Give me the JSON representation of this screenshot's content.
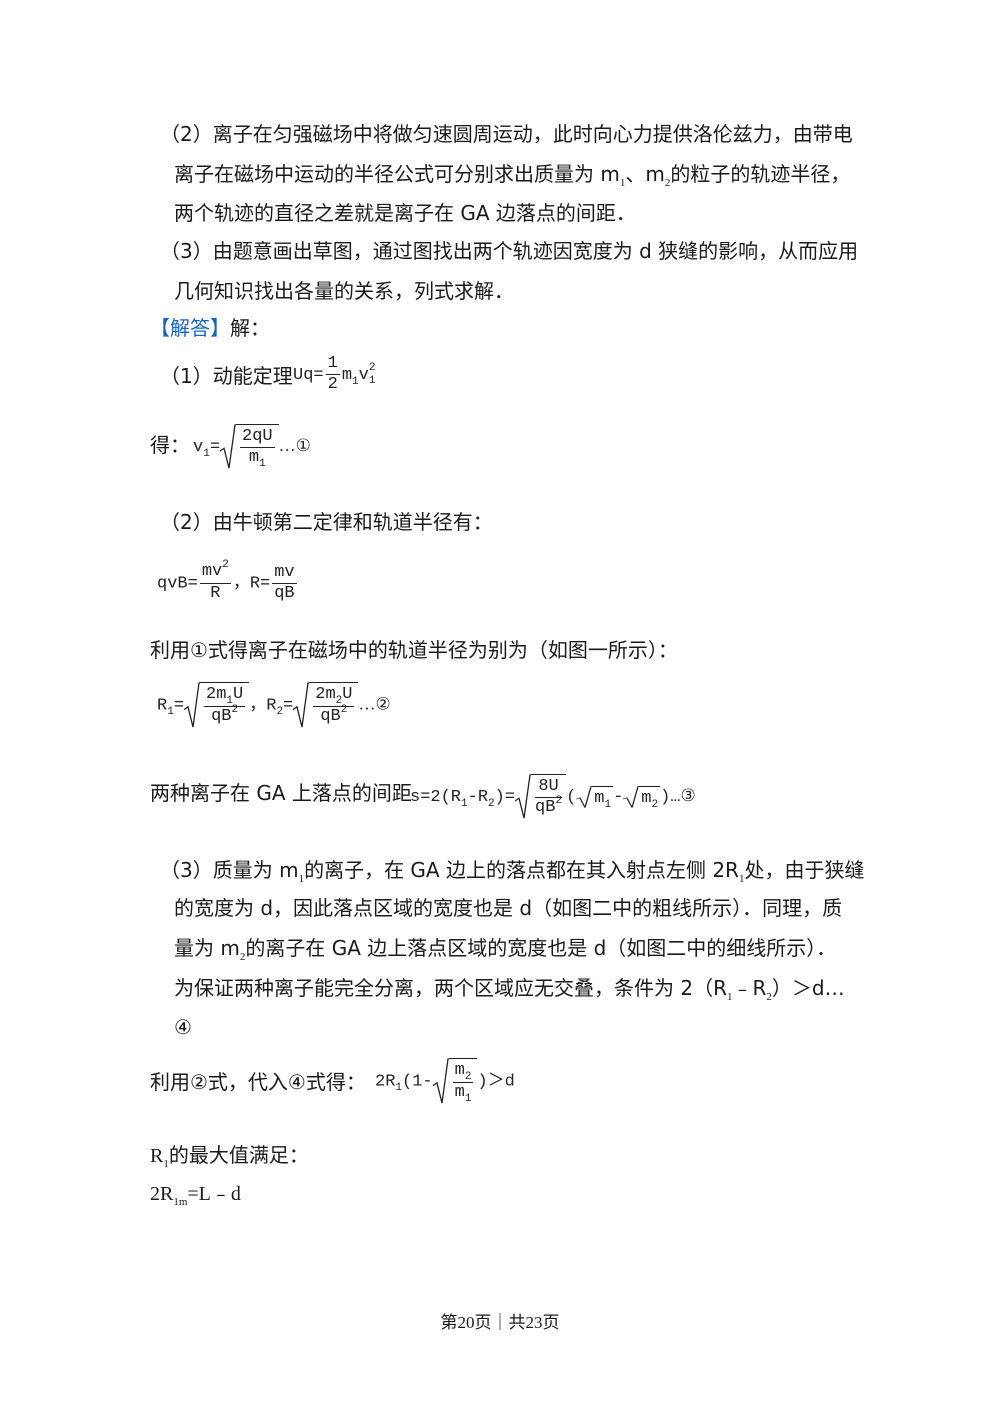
{
  "analysis": {
    "p2_l1": "（2）离子在匀强磁场中将做匀速圆周运动，此时向心力提供洛伦兹力，由带电",
    "p2_l2a": "离子在磁场中运动的半径公式可分别求出质量为 m",
    "p2_l2b": "、m",
    "p2_l2c": "的粒子的轨迹半径，",
    "p2_l3": "两个轨迹的直径之差就是离子在 GA 边落点的间距．",
    "p3_l1": "（3）由题意画出草图，通过图找出两个轨迹因宽度为 d 狭缝的影响，从而应用",
    "p3_l2": "几何知识找出各量的关系，列式求解．"
  },
  "solution": {
    "heading_bracket": "【解答】",
    "heading_rest": "解：",
    "s1_text": "（1）动能定理",
    "de_label": "得：",
    "s2_text": "（2）由牛顿第二定律和轨道半径有：",
    "use1_text": "利用①式得离子在磁场中的轨道半径为别为（如图一所示）：",
    "gap_text": "两种离子在 GA 上落点的间距",
    "p3_l1a": "（3）质量为 m",
    "p3_l1b": "的离子，在 GA 边上的落点都在其入射点左侧 2R",
    "p3_l1c": "处，由于狭缝",
    "p3_l2": "的宽度为 d，因此落点区域的宽度也是 d（如图二中的粗线所示）．同理，质",
    "p3_l3a": "量为 m",
    "p3_l3b": "的离子在 GA 边上落点区域的宽度也是 d（如图二中的细线所示）．",
    "p3_l4a": "为保证两种离子能完全分离，两个区域应无交叠，条件为 2（R",
    "p3_l4b": "﹣R",
    "p3_l4c": "）＞d…",
    "p3_l5": "④",
    "use2_text": "利用②式，代入④式得：",
    "max_a": "R",
    "max_b": "的最大值满足：",
    "last_a": "2R",
    "last_b": "=L﹣d",
    "sub1": "1",
    "sub2": "2",
    "sub1m": "1m"
  },
  "formulas": {
    "f1_lhs": "Uq=",
    "f1_num": "1",
    "f1_den": "2",
    "f1_m": "m",
    "f1_v": "v",
    "f1_sup": "2",
    "f2_lhs": "v",
    "f2_num": "2qU",
    "f2_den": "m",
    "f2_tail": "…①",
    "f3_lhs": "qvB=",
    "f3_num": "mv",
    "f3_den": "R",
    "f3_mid": "，R=",
    "f3_num2": "mv",
    "f3_den2": "qB",
    "f4_r1": "R",
    "f4_num1": "2m",
    "f4_num1b": "U",
    "f4_den": "qB",
    "f4_sep": "，",
    "f4_r2": "R",
    "f4_num2": "2m",
    "f4_tail": "…②",
    "f5_lhs": "s=2(R",
    "f5_minus": "-R",
    "f5_eq": ")=",
    "f5_num": "8U",
    "f5_den": "qB",
    "f5_open": "(",
    "f5_m": "m",
    "f5_dash": "-",
    "f5_tail": ")…③",
    "f6_lhs": "2R",
    "f6_open": "(1-",
    "f6_num": "m",
    "f6_den": "m",
    "f6_tail": ")＞d",
    "eq": "="
  },
  "footer": {
    "text": "第20页｜共23页"
  }
}
